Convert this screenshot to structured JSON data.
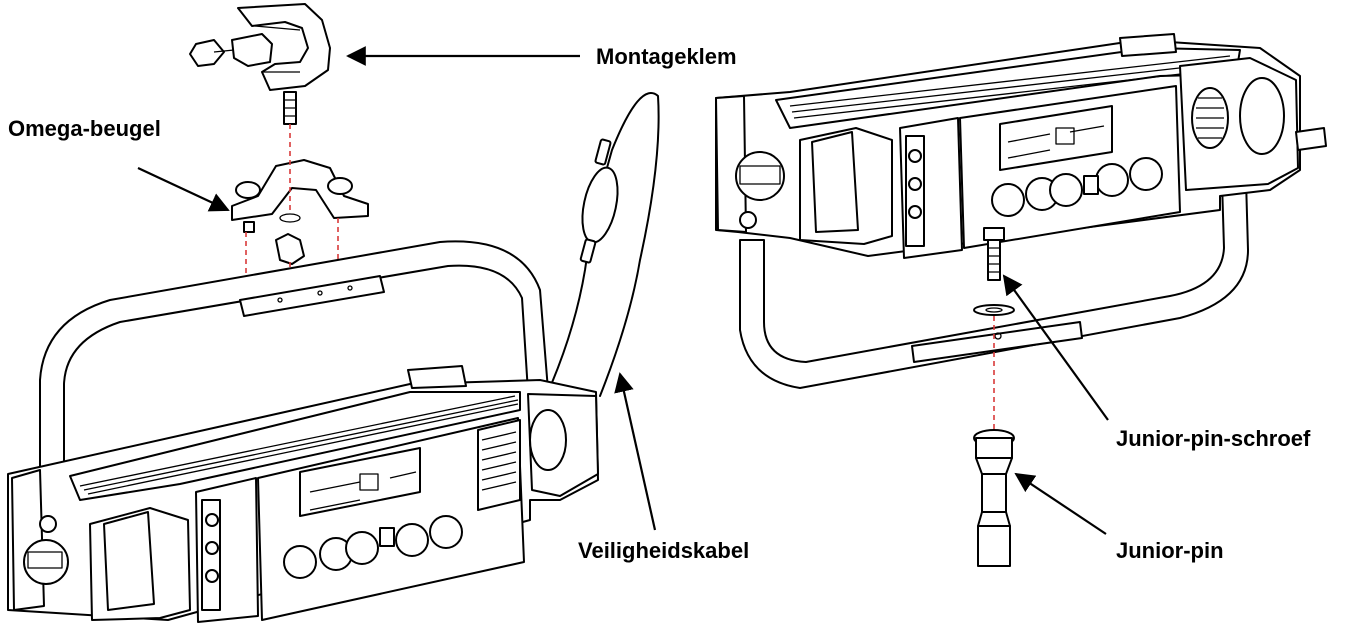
{
  "labels": {
    "montageklem": "Montageklem",
    "omega_beugel": "Omega-beugel",
    "veiligheidskabel": "Veiligheidskabel",
    "junior_pin_schroef": "Junior-pin-schroef",
    "junior_pin": "Junior-pin"
  },
  "colors": {
    "line": "#000000",
    "dashed_guide": "#d83a3a",
    "background": "#ffffff"
  }
}
